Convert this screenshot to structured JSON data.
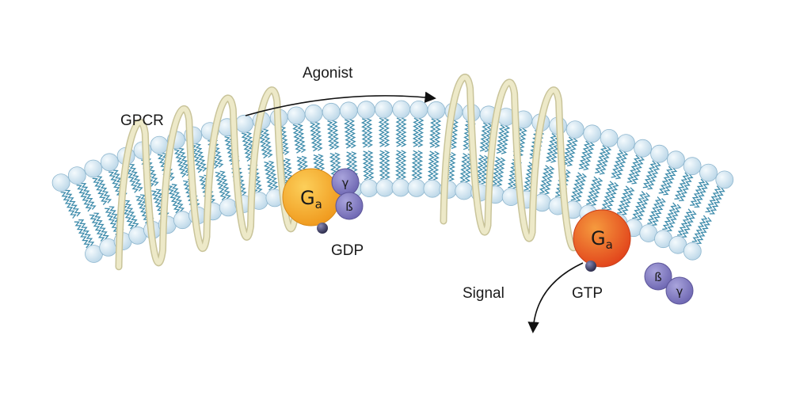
{
  "diagram": {
    "labels": {
      "gpcr": "GPCR",
      "agonist": "Agonist",
      "gdp": "GDP",
      "gtp": "GTP",
      "signal": "Signal"
    },
    "inactive_complex": {
      "alpha": {
        "main": "G",
        "sub": "a"
      },
      "gamma": "γ",
      "beta": "ß"
    },
    "active_complex": {
      "alpha": {
        "main": "G",
        "sub": "a"
      },
      "beta": "ß",
      "gamma": "γ"
    },
    "colors": {
      "lipid_head": "#cfe4f1",
      "lipid_head_stroke": "#8fb7cf",
      "lipid_tail": "#3d8bab",
      "receptor": "#ede9c8",
      "receptor_stroke": "#c9c49a",
      "alpha_inactive": "#f3a526",
      "alpha_active": "#ea5c24",
      "beta_gamma": "#7f78bf",
      "nucleotide": "#3a3a5c",
      "arrow": "#111111"
    }
  }
}
